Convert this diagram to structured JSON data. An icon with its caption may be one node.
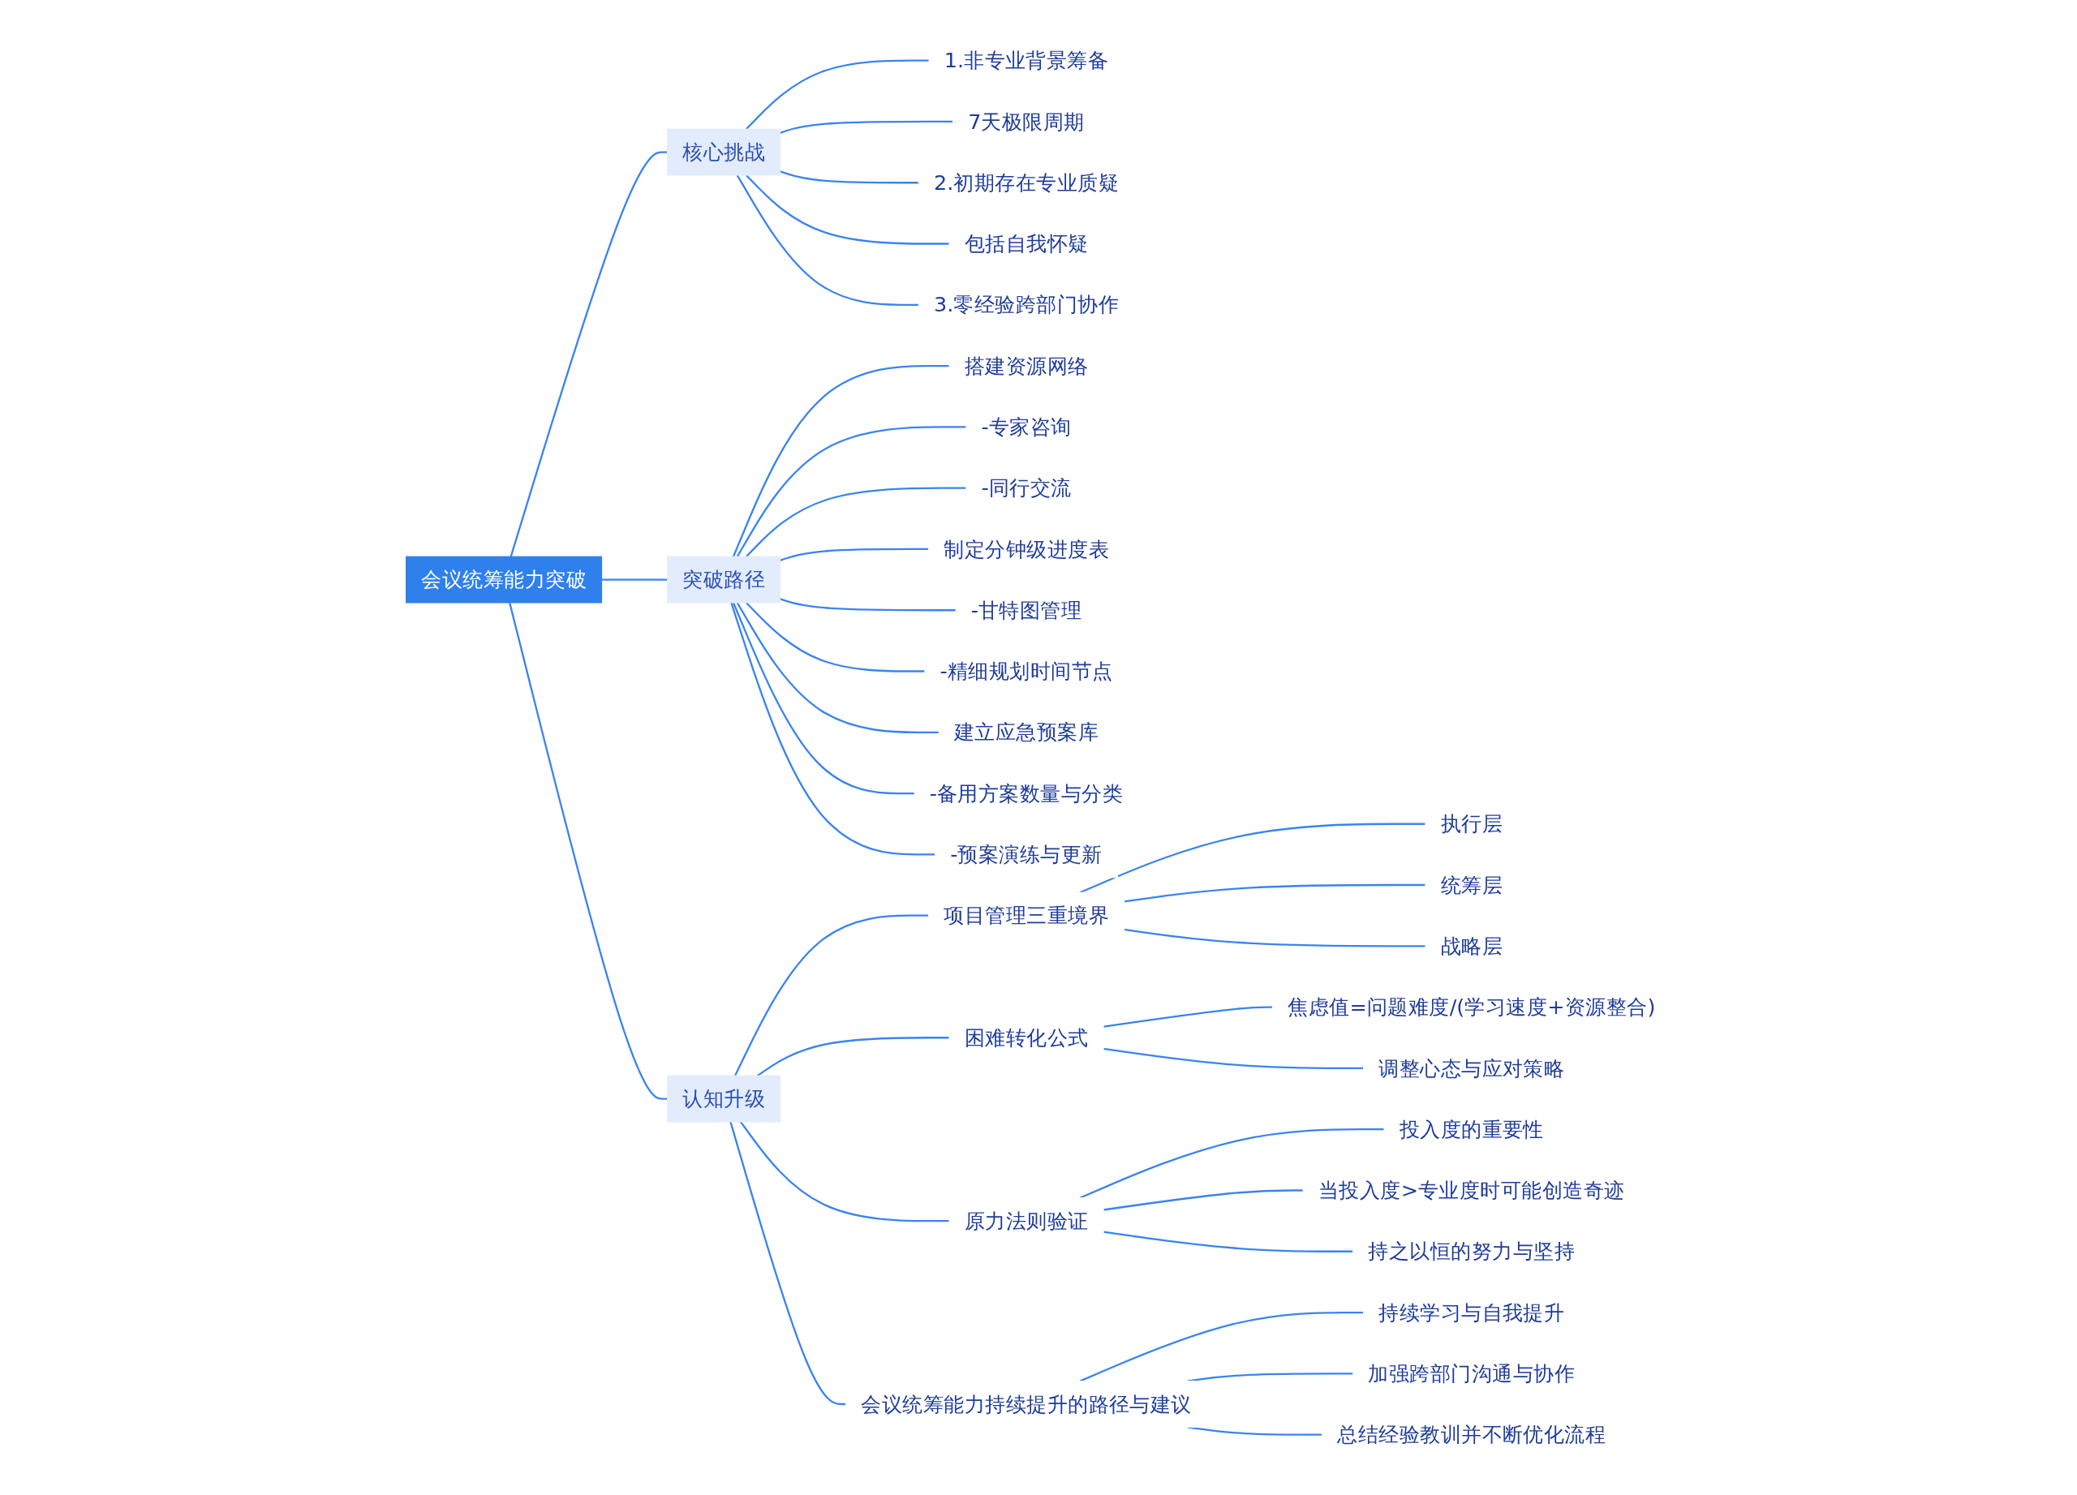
{
  "diagram": {
    "nodes": [
      {
        "text": [
          "会议统筹能力突破"
        ]
      },
      {
        "text": [
          "核心挑战"
        ]
      },
      {
        "text": [
          "1.非专业背景筹备"
        ]
      },
      {
        "text": [
          "7天极限周期"
        ]
      },
      {
        "text": [
          "2.初期存在专业质疑"
        ]
      },
      {
        "text": [
          "包括自我怀疑"
        ]
      },
      {
        "text": [
          "3.零经验跨部门协作"
        ]
      },
      {
        "text": [
          "突破路径"
        ]
      },
      {
        "text": [
          "搭建资源网络"
        ]
      },
      {
        "text": [
          "-专家咨询"
        ]
      },
      {
        "text": [
          "-同行交流"
        ]
      },
      {
        "text": [
          "制定分钟级进度表"
        ]
      },
      {
        "text": [
          "-甘特图管理"
        ]
      },
      {
        "text": [
          "-精细规划时间节点"
        ]
      },
      {
        "text": [
          "建立应急预案库"
        ]
      },
      {
        "text": [
          "-备用方案数量与分类"
        ]
      },
      {
        "text": [
          "-预案演练与更新"
        ]
      },
      {
        "text": [
          "认知升级"
        ]
      },
      {
        "text": [
          "项目管理三重境界"
        ]
      },
      {
        "text": [
          "执行层"
        ]
      },
      {
        "text": [
          "统筹层"
        ]
      },
      {
        "text": [
          "战略层"
        ]
      },
      {
        "text": [
          "困难转化公式"
        ]
      },
      {
        "text": [
          "焦虑值=问题难度/(学习速度+资源整合)"
        ]
      },
      {
        "text": [
          "调整心态与应对策略"
        ]
      },
      {
        "text": [
          "原力法则验证"
        ]
      },
      {
        "text": [
          "投入度的重要性"
        ]
      },
      {
        "text": [
          "当投入度>专业度时可能创造奇迹"
        ]
      },
      {
        "text": [
          "持之以恒的努力与坚持"
        ]
      },
      {
        "text": [
          "会议统筹能力持续提升的路径与建议"
        ]
      },
      {
        "text": [
          "持续学习与自我提升"
        ]
      },
      {
        "text": [
          "加强跨部门沟通与协作"
        ]
      },
      {
        "text": [
          "总结经验教训并不断优化流程"
        ]
      }
    ],
    "edges": [
      {
        "from": 0,
        "to": 1,
        "arrow": "none"
      },
      {
        "from": 1,
        "to": 2,
        "arrow": "none"
      },
      {
        "from": 1,
        "to": 3,
        "arrow": "none"
      },
      {
        "from": 1,
        "to": 4,
        "arrow": "none"
      },
      {
        "from": 1,
        "to": 5,
        "arrow": "none"
      },
      {
        "from": 1,
        "to": 6,
        "arrow": "none"
      },
      {
        "from": 0,
        "to": 7,
        "arrow": "none"
      },
      {
        "from": 7,
        "to": 8,
        "arrow": "none"
      },
      {
        "from": 7,
        "to": 9,
        "arrow": "none"
      },
      {
        "from": 7,
        "to": 10,
        "arrow": "none"
      },
      {
        "from": 7,
        "to": 11,
        "arrow": "none"
      },
      {
        "from": 7,
        "to": 12,
        "arrow": "none"
      },
      {
        "from": 7,
        "to": 13,
        "arrow": "none"
      },
      {
        "from": 7,
        "to": 14,
        "arrow": "none"
      },
      {
        "from": 7,
        "to": 15,
        "arrow": "none"
      },
      {
        "from": 7,
        "to": 16,
        "arrow": "none"
      },
      {
        "from": 0,
        "to": 17,
        "arrow": "none"
      },
      {
        "from": 17,
        "to": 18,
        "arrow": "none"
      },
      {
        "from": 18,
        "to": 19,
        "arrow": "none"
      },
      {
        "from": 18,
        "to": 20,
        "arrow": "none"
      },
      {
        "from": 18,
        "to": 21,
        "arrow": "none"
      },
      {
        "from": 17,
        "to": 22,
        "arrow": "none"
      },
      {
        "from": 22,
        "to": 23,
        "arrow": "none"
      },
      {
        "from": 22,
        "to": 24,
        "arrow": "none"
      },
      {
        "from": 17,
        "to": 25,
        "arrow": "none"
      },
      {
        "from": 25,
        "to": 26,
        "arrow": "none"
      },
      {
        "from": 25,
        "to": 27,
        "arrow": "none"
      },
      {
        "from": 25,
        "to": 28,
        "arrow": "none"
      },
      {
        "from": 17,
        "to": 29,
        "arrow": "none"
      },
      {
        "from": 29,
        "to": 30,
        "arrow": "none"
      },
      {
        "from": 29,
        "to": 31,
        "arrow": "none"
      },
      {
        "from": 29,
        "to": 32,
        "arrow": "none"
      }
    ]
  }
}
